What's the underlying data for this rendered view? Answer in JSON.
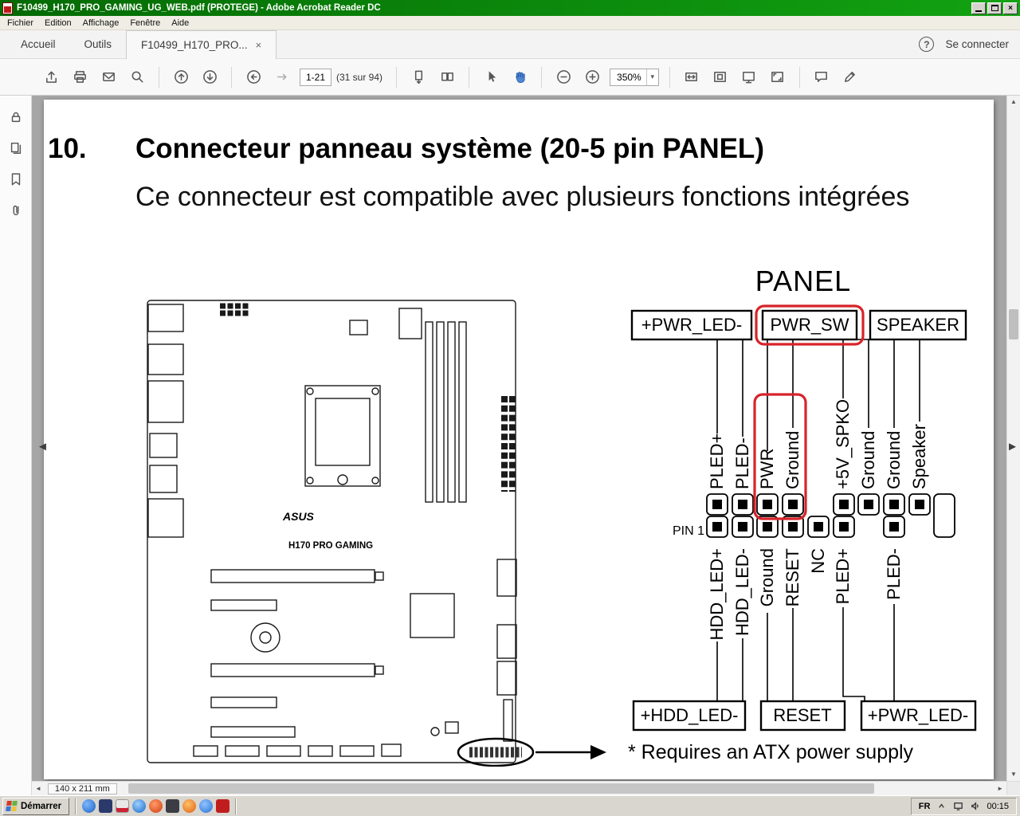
{
  "window": {
    "title": "F10499_H170_PRO_GAMING_UG_WEB.pdf (PROTEGE) - Adobe Acrobat Reader DC"
  },
  "menubar": {
    "items": [
      "Fichier",
      "Edition",
      "Affichage",
      "Fenêtre",
      "Aide"
    ]
  },
  "tabbar": {
    "home": "Accueil",
    "tools": "Outils",
    "document_tab": "F10499_H170_PRO...",
    "sign_in": "Se connecter"
  },
  "toolbar": {
    "page_value": "1-21",
    "page_count": "(31 sur 94)",
    "zoom_value": "350%"
  },
  "glyphs": {
    "window_close": "×",
    "tab_close": "×",
    "help": "?",
    "zoom_dropdown": "▾",
    "scroll_up": "▲",
    "scroll_down": "▼",
    "scroll_left": "◄",
    "scroll_right": "►",
    "nav_prev": "◄",
    "nav_next": "►"
  },
  "document": {
    "section_number": "10.",
    "heading": "Connecteur panneau système (20-5 pin PANEL)",
    "paragraph": "Ce connecteur est compatible avec plusieurs fonctions intégrées",
    "motherboard": {
      "brand": "ASUS",
      "model": "H170 PRO GAMING"
    },
    "panel": {
      "title": "PANEL",
      "top_connectors": [
        "+PWR_LED-",
        "PWR_SW",
        "SPEAKER"
      ],
      "top_pins": [
        "PLED+",
        "PLED-",
        "PWR",
        "Ground",
        "+5V_SPKO",
        "Ground",
        "Ground",
        "Speaker"
      ],
      "pin1_label": "PIN 1",
      "bottom_pins": [
        "HDD_LED+",
        "HDD_LED-",
        "Ground",
        "RESET",
        "NC",
        "PLED+",
        "PLED-"
      ],
      "bottom_connectors": [
        "+HDD_LED-",
        "RESET",
        "+PWR_LED-"
      ],
      "pin_rows": [
        [
          1,
          1,
          1,
          1,
          0,
          1,
          1,
          1,
          1,
          0
        ],
        [
          1,
          1,
          1,
          1,
          1,
          1,
          0,
          1,
          0,
          0
        ]
      ],
      "note": "* Requires an ATX power supply",
      "highlight_color": "#d8232a"
    },
    "page_size_indicator": "140 x 211 mm"
  },
  "taskbar": {
    "start_label": "Démarrer",
    "language_indicator": "FR",
    "clock": "00:15"
  }
}
